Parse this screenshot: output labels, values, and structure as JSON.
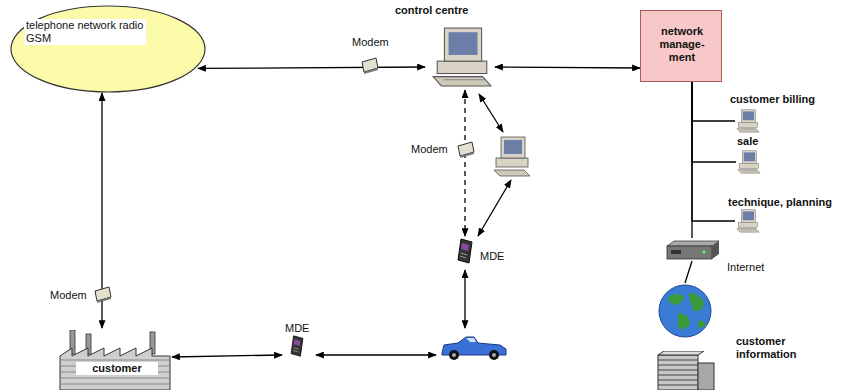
{
  "diagram": {
    "nodes": [
      {
        "text": [
          "telephone network radio GSM"
        ]
      },
      {
        "text": [
          "control centre"
        ]
      },
      {
        "text": [
          "network manage- ment"
        ]
      },
      {
        "text": [
          "customer billing"
        ]
      },
      {
        "text": [
          "sale"
        ]
      },
      {
        "text": [
          "technique, planning"
        ]
      },
      {
        "text": [
          "MDE"
        ]
      },
      {
        "text": [
          "Internet"
        ]
      },
      {
        "text": [
          "customer information"
        ]
      },
      {
        "text": [
          "customer"
        ]
      },
      {
        "text": [
          "MDE"
        ]
      }
    ],
    "edges": [
      {
        "from": 0,
        "to": 1,
        "arrow": "both",
        "label": "Modem"
      },
      {
        "from": 1,
        "to": 2,
        "arrow": "both"
      },
      {
        "from": 0,
        "to": 9,
        "arrow": "both",
        "label": "Modem"
      },
      {
        "from": 9,
        "to": 10,
        "arrow": "both"
      },
      {
        "from": 1,
        "to": 6,
        "arrow": "both",
        "label": "Modem"
      },
      {
        "from": 2,
        "to": 3,
        "arrow": "none"
      },
      {
        "from": 2,
        "to": 4,
        "arrow": "none"
      },
      {
        "from": 2,
        "to": 5,
        "arrow": "none"
      },
      {
        "from": 2,
        "to": 7,
        "arrow": "none"
      },
      {
        "from": 7,
        "to": 8,
        "arrow": "none"
      }
    ]
  }
}
